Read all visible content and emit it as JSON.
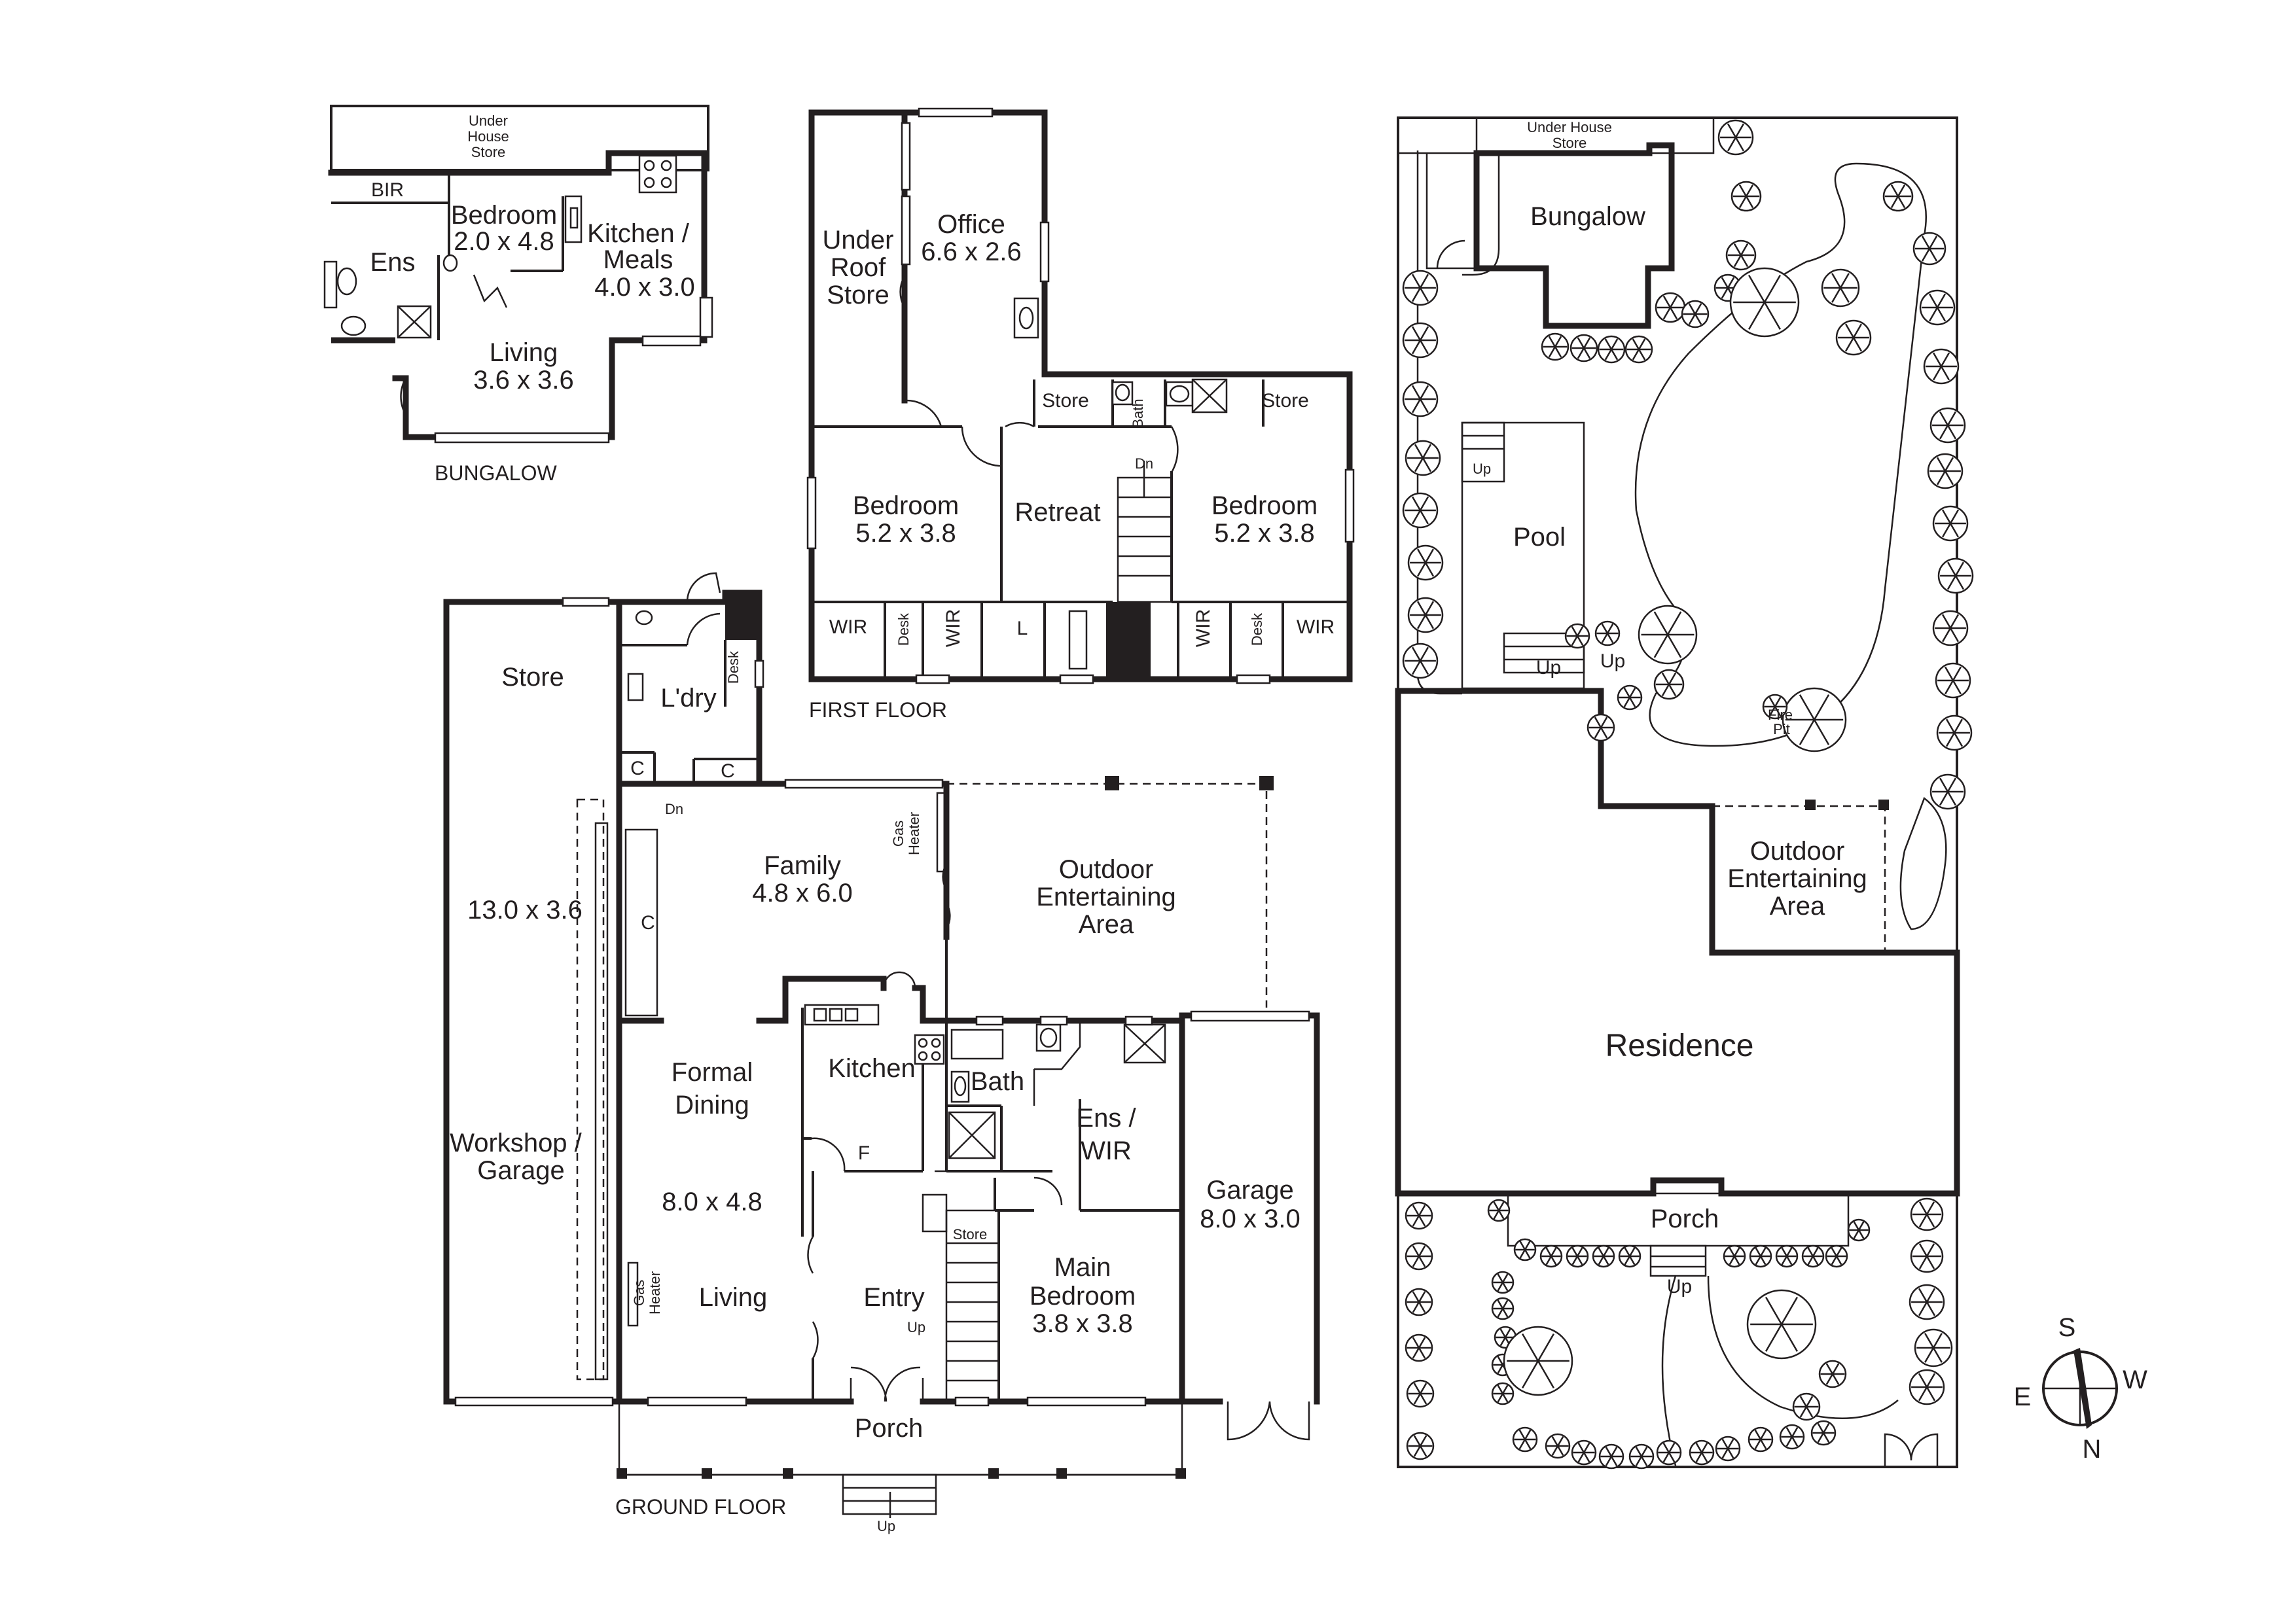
{
  "bungalow": {
    "caption": "BUNGALOW",
    "under_house_store": [
      "Under",
      "House",
      "Store"
    ],
    "bir": "BIR",
    "bedroom": "Bedroom",
    "bedroom_dim": "2.0 x 4.8",
    "ens": "Ens",
    "kitchen_line1": "Kitchen /",
    "kitchen_line2": "Meals",
    "kitchen_dim": "4.0 x 3.0",
    "living": "Living",
    "living_dim": "3.6 x 3.6"
  },
  "first_floor": {
    "caption": "FIRST FLOOR",
    "under_roof_store": [
      "Under",
      "Roof",
      "Store"
    ],
    "office": "Office",
    "office_dim": "6.6 x 2.6",
    "store_left": "Store",
    "store_right": "Store",
    "bath": "Bath",
    "bedroom_left": "Bedroom",
    "bedroom_left_dim": "5.2 x 3.8",
    "retreat": "Retreat",
    "dn": "Dn",
    "bedroom_right": "Bedroom",
    "bedroom_right_dim": "5.2 x 3.8",
    "wir1": "WIR",
    "desk1": "Desk",
    "wir2": "WIR",
    "l": "L",
    "wir3": "WIR",
    "desk2": "Desk",
    "wir4": "WIR"
  },
  "ground_floor": {
    "caption": "GROUND FLOOR",
    "store": "Store",
    "store_dim": "13.0 x 3.6",
    "workshop_line1": "Workshop /",
    "workshop_line2": "Garage",
    "laundry": "L'dry",
    "desk": "Desk",
    "c1": "C",
    "c2": "C",
    "c3": "C",
    "dn": "Dn",
    "family": "Family",
    "family_dim": "4.8 x 6.0",
    "gas_heater1": [
      "Gas",
      "Heater"
    ],
    "outdoor": [
      "Outdoor",
      "Entertaining",
      "Area"
    ],
    "formal_dining_line1": "Formal",
    "formal_dining_line2": "Dining",
    "dining_dim": "8.0 x 4.8",
    "living": "Living",
    "gas_heater2": [
      "Gas",
      "Heater"
    ],
    "kitchen": "Kitchen",
    "f": "F",
    "bath": "Bath",
    "ens_line1": "Ens /",
    "ens_line2": "WIR",
    "store_small": "Store",
    "entry": "Entry",
    "up": "Up",
    "main_bedroom_line1": "Main",
    "main_bedroom_line2": "Bedroom",
    "main_bedroom_dim": "3.8 x 3.8",
    "garage": "Garage",
    "garage_dim": "8.0 x 3.0",
    "porch": "Porch",
    "up_porch": "Up"
  },
  "site": {
    "under_house_store": [
      "Under House",
      "Store"
    ],
    "bungalow": "Bungalow",
    "pool": "Pool",
    "up1": "Up",
    "up2": "Up",
    "up3": "Up",
    "fire_pit": [
      "Fire",
      "Pit"
    ],
    "outdoor": [
      "Outdoor",
      "Entertaining",
      "Area"
    ],
    "residence": "Residence",
    "porch": "Porch",
    "up4": "Up"
  },
  "compass": {
    "s": "S",
    "w": "W",
    "e": "E",
    "n": "N"
  }
}
